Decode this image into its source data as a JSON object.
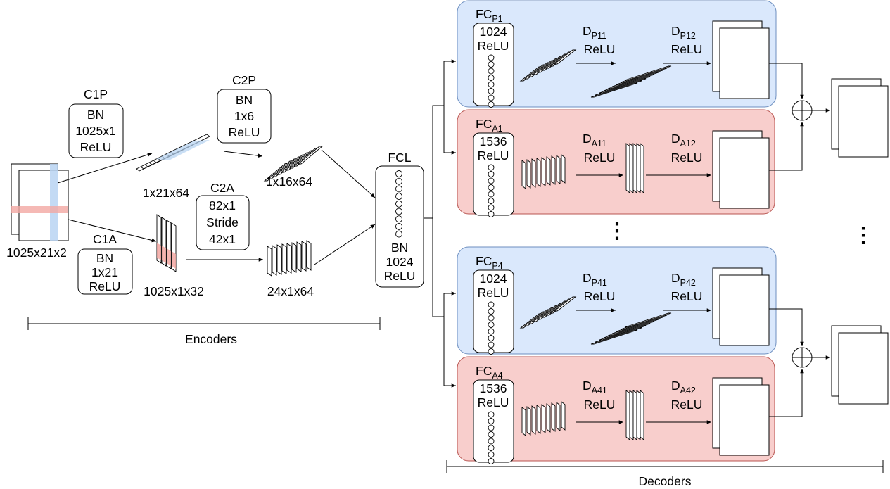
{
  "colors": {
    "pitch_panel": "#dae8fc",
    "pitch_border": "#6c8ebf",
    "amp_panel": "#f8cecc",
    "amp_border": "#b85450",
    "pitch_slice": "#b8d4f2",
    "amp_slice": "#f2a7a2"
  },
  "input": {
    "shape": "1025x21x2"
  },
  "encoders": {
    "c1p": {
      "title": "C1P",
      "lines": [
        "BN",
        "1025x1",
        "ReLU"
      ],
      "output": "1x21x64"
    },
    "c2p": {
      "title": "C2P",
      "lines": [
        "BN",
        "1x6",
        "ReLU"
      ],
      "output": "1x16x64"
    },
    "c1a": {
      "title": "C1A",
      "lines": [
        "BN",
        "1x21",
        "ReLU"
      ],
      "output": "1025x1x32"
    },
    "c2a": {
      "title": "C2A",
      "lines": [
        "82x1",
        "Stride",
        "42x1"
      ],
      "output": "24x1x64"
    },
    "label": "Encoders"
  },
  "fcl": {
    "title": "FCL",
    "lines": [
      "BN",
      "1024",
      "ReLU"
    ]
  },
  "decoders": {
    "label": "Decoders",
    "ellipsis": "⋮",
    "blocks": [
      {
        "kind": "pitch",
        "fc_main": "FC",
        "fc_sub": "P1",
        "units": "1024",
        "act": "ReLU",
        "d1_main": "D",
        "d1_sub": "P11",
        "d1_act": "ReLU",
        "d2_main": "D",
        "d2_sub": "P12",
        "d2_act": "ReLU"
      },
      {
        "kind": "amp",
        "fc_main": "FC",
        "fc_sub": "A1",
        "units": "1536",
        "act": "ReLU",
        "d1_main": "D",
        "d1_sub": "A11",
        "d1_act": "ReLU",
        "d2_main": "D",
        "d2_sub": "A12",
        "d2_act": "ReLU"
      },
      {
        "kind": "pitch",
        "fc_main": "FC",
        "fc_sub": "P4",
        "units": "1024",
        "act": "ReLU",
        "d1_main": "D",
        "d1_sub": "P41",
        "d1_act": "ReLU",
        "d2_main": "D",
        "d2_sub": "P42",
        "d2_act": "ReLU"
      },
      {
        "kind": "amp",
        "fc_main": "FC",
        "fc_sub": "A4",
        "units": "1536",
        "act": "ReLU",
        "d1_main": "D",
        "d1_sub": "A41",
        "d1_act": "ReLU",
        "d2_main": "D",
        "d2_sub": "A42",
        "d2_act": "ReLU"
      }
    ]
  }
}
